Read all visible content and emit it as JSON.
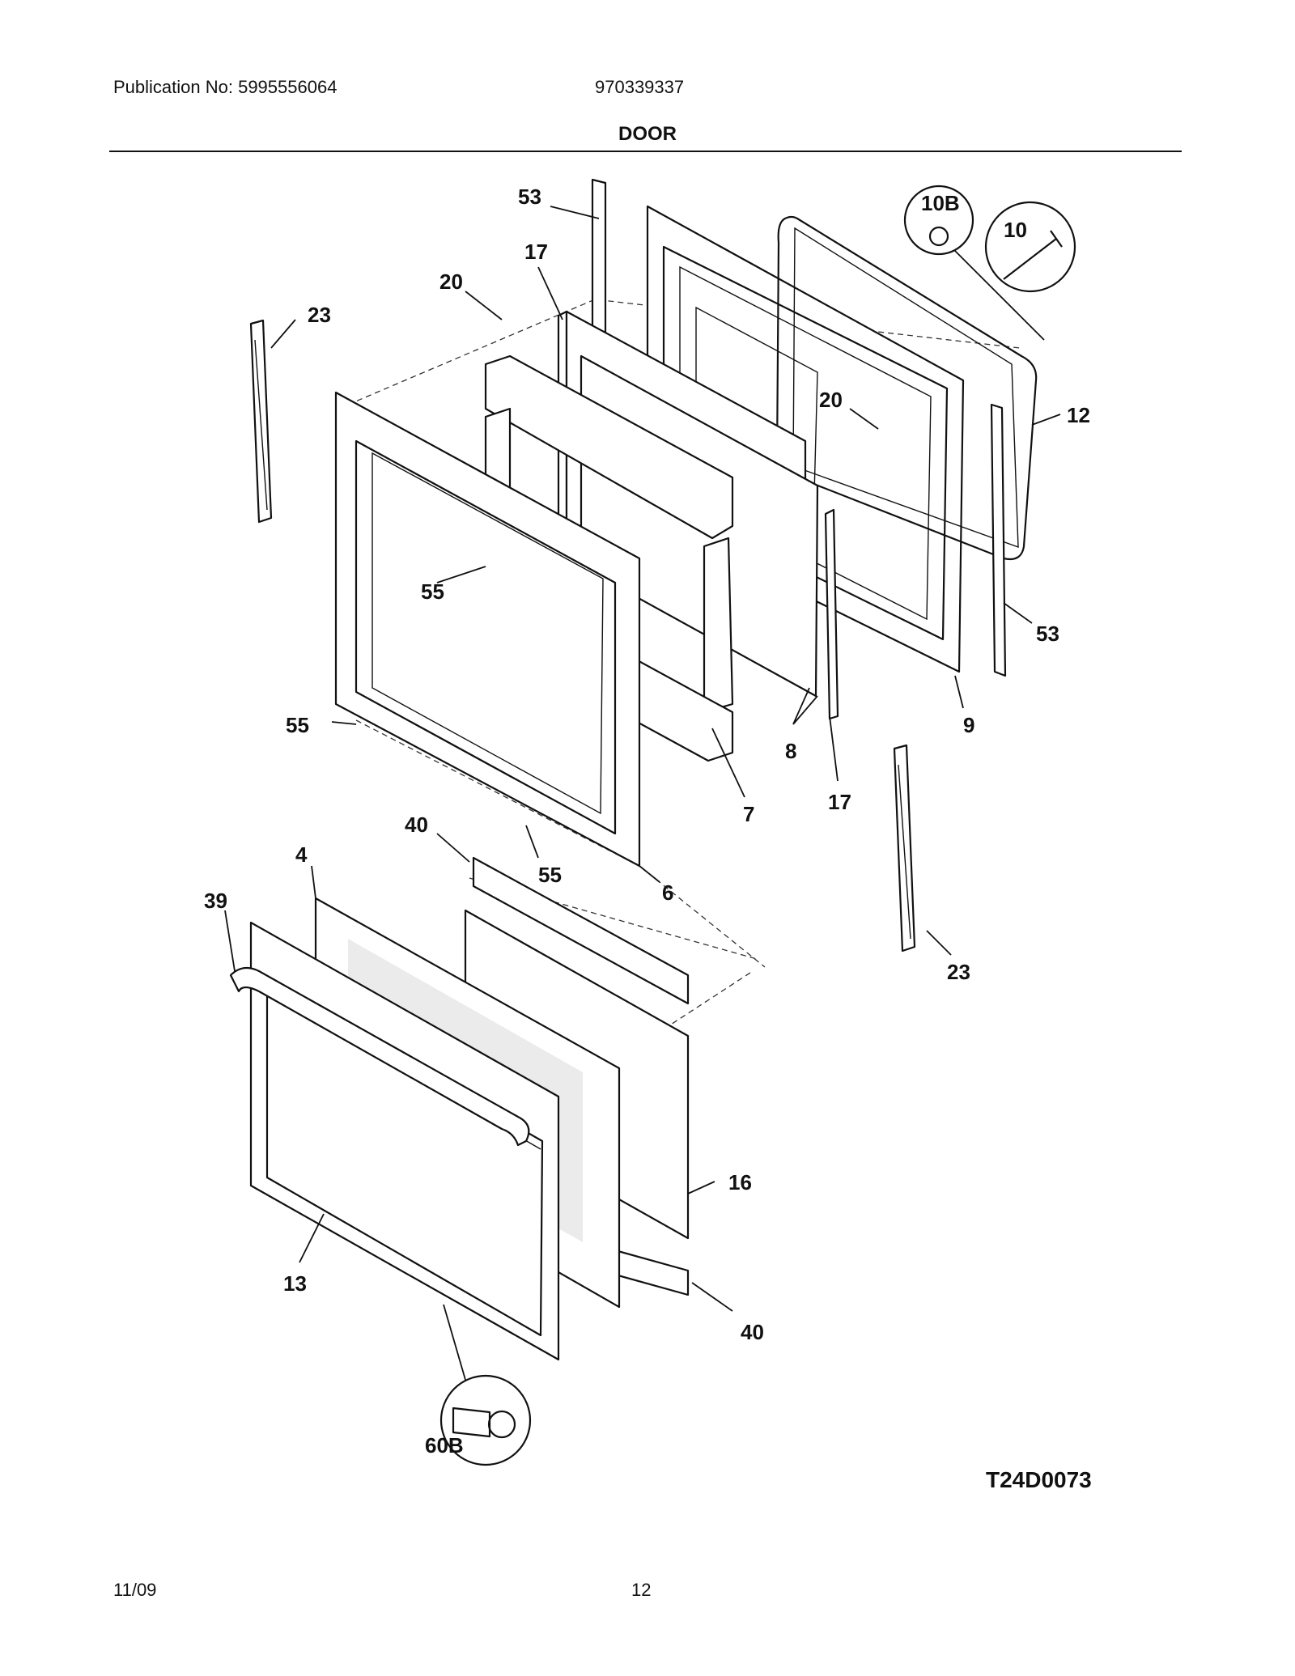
{
  "header": {
    "publication": "Publication No: 5995556064",
    "model": "970339337",
    "title": "DOOR"
  },
  "footer": {
    "date": "11/09",
    "page": "12"
  },
  "diagram": {
    "code": "T24D0073",
    "callouts": {
      "c53a": "53",
      "c17a": "17",
      "c20a": "20",
      "c23a": "23",
      "c10b": "10B",
      "c10": "10",
      "c20b": "20",
      "c12": "12",
      "c53b": "53",
      "c55a": "55",
      "c9": "9",
      "c55b": "55",
      "c8": "8",
      "c7": "7",
      "c17b": "17",
      "c40a": "40",
      "c4": "4",
      "c55c": "55",
      "c6": "6",
      "c39": "39",
      "c23b": "23",
      "c16": "16",
      "c13": "13",
      "c40b": "40",
      "c60b": "60B"
    }
  }
}
